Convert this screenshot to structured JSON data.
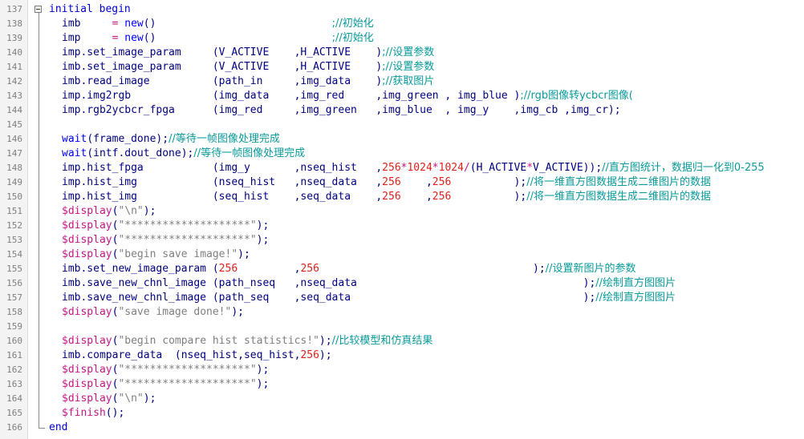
{
  "editor": {
    "lines": [
      {
        "num": "137",
        "indent": 0,
        "segs": [
          [
            "kw",
            "initial begin"
          ]
        ]
      },
      {
        "num": "138",
        "indent": 1,
        "segs": [
          [
            "id",
            "imb     "
          ],
          [
            "op",
            "= "
          ],
          [
            "fn",
            "new"
          ],
          [
            "id",
            "()"
          ],
          [
            "id",
            "                            "
          ],
          [
            "cmt",
            ";//初始化"
          ]
        ]
      },
      {
        "num": "139",
        "indent": 1,
        "segs": [
          [
            "id",
            "imp     "
          ],
          [
            "op",
            "= "
          ],
          [
            "fn",
            "new"
          ],
          [
            "id",
            "()"
          ],
          [
            "id",
            "                            "
          ],
          [
            "cmt",
            ";//初始化"
          ]
        ]
      },
      {
        "num": "140",
        "indent": 1,
        "segs": [
          [
            "id",
            "imp.set_image_param     (V_ACTIVE    ,H_ACTIVE    )"
          ],
          [
            "cmt",
            ";//设置参数"
          ]
        ]
      },
      {
        "num": "141",
        "indent": 1,
        "segs": [
          [
            "id",
            "imb.set_image_param     (V_ACTIVE    ,H_ACTIVE    )"
          ],
          [
            "cmt",
            ";//设置参数"
          ]
        ]
      },
      {
        "num": "142",
        "indent": 1,
        "segs": [
          [
            "id",
            "imb.read_image          (path_in     ,img_data    )"
          ],
          [
            "cmt",
            ";//获取图片"
          ]
        ]
      },
      {
        "num": "143",
        "indent": 1,
        "segs": [
          [
            "id",
            "imp.img2rgb             (img_data    ,img_red     ,img_green , img_blue )"
          ],
          [
            "cmt",
            ";//rgb图像转ycbcr图像("
          ]
        ]
      },
      {
        "num": "144",
        "indent": 1,
        "segs": [
          [
            "id",
            "imp.rgb2ycbcr_fpga      (img_red     ,img_green   ,img_blue  , img_y    ,img_cb ,img_cr);"
          ]
        ]
      },
      {
        "num": "145",
        "indent": 0,
        "segs": []
      },
      {
        "num": "146",
        "indent": 1,
        "segs": [
          [
            "fn",
            "wait"
          ],
          [
            "id",
            "(frame_done);"
          ],
          [
            "cmt",
            "//等待一帧图像处理完成"
          ]
        ]
      },
      {
        "num": "147",
        "indent": 1,
        "segs": [
          [
            "fn",
            "wait"
          ],
          [
            "id",
            "(intf.dout_done);"
          ],
          [
            "cmt",
            "//等待一帧图像处理完成"
          ]
        ]
      },
      {
        "num": "148",
        "indent": 1,
        "segs": [
          [
            "id",
            "imp.hist_fpga           (img_y       ,nseq_hist   ,"
          ],
          [
            "num",
            "256"
          ],
          [
            "op",
            "*"
          ],
          [
            "num",
            "1024"
          ],
          [
            "op",
            "*"
          ],
          [
            "num",
            "1024"
          ],
          [
            "op",
            "/"
          ],
          [
            "id",
            "(H_ACTIVE"
          ],
          [
            "op",
            "*"
          ],
          [
            "id",
            "V_ACTIVE));"
          ],
          [
            "cmt",
            "//直方图统计，数据归一化到0-255"
          ]
        ]
      },
      {
        "num": "149",
        "indent": 1,
        "segs": [
          [
            "id",
            "imp.hist_img            (nseq_hist   ,nseq_data   ,"
          ],
          [
            "num",
            "256"
          ],
          [
            "id",
            "    ,"
          ],
          [
            "num",
            "256"
          ],
          [
            "id",
            "          );"
          ],
          [
            "cmt",
            "//将一维直方图数据生成二维图片的数据"
          ]
        ]
      },
      {
        "num": "150",
        "indent": 1,
        "segs": [
          [
            "id",
            "imp.hist_img            (seq_hist    ,seq_data    ,"
          ],
          [
            "num",
            "256"
          ],
          [
            "id",
            "    ,"
          ],
          [
            "num",
            "256"
          ],
          [
            "id",
            "          );"
          ],
          [
            "cmt",
            "//将一维直方图数据生成二维图片的数据"
          ]
        ]
      },
      {
        "num": "151",
        "indent": 1,
        "segs": [
          [
            "sys",
            "$display"
          ],
          [
            "id",
            "("
          ],
          [
            "str",
            "\"\\n\""
          ],
          [
            "id",
            ");"
          ]
        ]
      },
      {
        "num": "152",
        "indent": 1,
        "segs": [
          [
            "sys",
            "$display"
          ],
          [
            "id",
            "("
          ],
          [
            "str",
            "\"********************\""
          ],
          [
            "id",
            ");"
          ]
        ]
      },
      {
        "num": "153",
        "indent": 1,
        "segs": [
          [
            "sys",
            "$display"
          ],
          [
            "id",
            "("
          ],
          [
            "str",
            "\"********************\""
          ],
          [
            "id",
            ");"
          ]
        ]
      },
      {
        "num": "154",
        "indent": 1,
        "segs": [
          [
            "sys",
            "$display"
          ],
          [
            "id",
            "("
          ],
          [
            "str",
            "\"begin save image!\""
          ],
          [
            "id",
            ");"
          ]
        ]
      },
      {
        "num": "155",
        "indent": 1,
        "segs": [
          [
            "id",
            "imb.set_new_image_param ("
          ],
          [
            "num",
            "256"
          ],
          [
            "id",
            "         ,"
          ],
          [
            "num",
            "256"
          ],
          [
            "id",
            "                                  );"
          ],
          [
            "cmt",
            "//设置新图片的参数"
          ]
        ]
      },
      {
        "num": "156",
        "indent": 1,
        "segs": [
          [
            "id",
            "imb.save_new_chnl_image (path_nseq   ,nseq_data                                    );"
          ],
          [
            "cmt",
            "//绘制直方图图片"
          ]
        ]
      },
      {
        "num": "157",
        "indent": 1,
        "segs": [
          [
            "id",
            "imb.save_new_chnl_image (path_seq    ,seq_data                                     );"
          ],
          [
            "cmt",
            "//绘制直方图图片"
          ]
        ]
      },
      {
        "num": "158",
        "indent": 1,
        "segs": [
          [
            "sys",
            "$display"
          ],
          [
            "id",
            "("
          ],
          [
            "str",
            "\"save image done!\""
          ],
          [
            "id",
            ");"
          ]
        ]
      },
      {
        "num": "159",
        "indent": 0,
        "segs": []
      },
      {
        "num": "160",
        "indent": 1,
        "segs": [
          [
            "sys",
            "$display"
          ],
          [
            "id",
            "("
          ],
          [
            "str",
            "\"begin compare hist statistics!\""
          ],
          [
            "id",
            ");"
          ],
          [
            "cmt",
            "//比较模型和仿真结果"
          ]
        ]
      },
      {
        "num": "161",
        "indent": 1,
        "segs": [
          [
            "id",
            "imb.compare_data  (nseq_hist,seq_hist,"
          ],
          [
            "num",
            "256"
          ],
          [
            "id",
            ");"
          ]
        ]
      },
      {
        "num": "162",
        "indent": 1,
        "segs": [
          [
            "sys",
            "$display"
          ],
          [
            "id",
            "("
          ],
          [
            "str",
            "\"********************\""
          ],
          [
            "id",
            ");"
          ]
        ]
      },
      {
        "num": "163",
        "indent": 1,
        "segs": [
          [
            "sys",
            "$display"
          ],
          [
            "id",
            "("
          ],
          [
            "str",
            "\"********************\""
          ],
          [
            "id",
            ");"
          ]
        ]
      },
      {
        "num": "164",
        "indent": 1,
        "segs": [
          [
            "sys",
            "$display"
          ],
          [
            "id",
            "("
          ],
          [
            "str",
            "\"\\n\""
          ],
          [
            "id",
            ");"
          ]
        ]
      },
      {
        "num": "165",
        "indent": 1,
        "segs": [
          [
            "sys",
            "$finish"
          ],
          [
            "id",
            "();"
          ]
        ]
      },
      {
        "num": "166",
        "indent": 0,
        "segs": [
          [
            "kw",
            "end"
          ]
        ]
      }
    ]
  },
  "colors": {
    "keyword": "#0000cc",
    "identifier": "#000080",
    "function": "#0000ff",
    "number": "#e0201b",
    "string": "#7f7f7f",
    "comment": "#0a9a9a",
    "operator_and_system_task": "#c71585",
    "gutter_background": "#f3f3f3"
  },
  "icons": {
    "fold_toggle": "minus-box-icon"
  }
}
